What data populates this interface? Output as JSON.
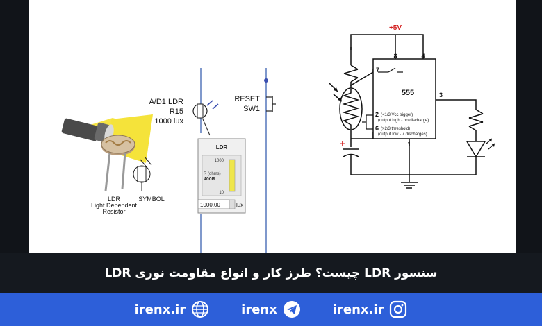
{
  "diagram": {
    "ldr_label": "LDR",
    "ldr_sub1": "Light Dependent",
    "ldr_sub2": "Resistor",
    "symbol_label": "SYMBOL",
    "sim_ldr_name": "A/D1 LDR",
    "sim_ldr_ref": "R15",
    "sim_ldr_lux": "1000 lux",
    "reset_label": "RESET",
    "sw_label": "SW1",
    "panel_title": "LDR",
    "panel_max": "1000",
    "panel_min": "10",
    "panel_r_label": "R (ohms)",
    "panel_r_value": "400R",
    "panel_input": "1000.00",
    "panel_unit": "lux",
    "vcc_label": "+5V",
    "ic_name": "555",
    "pin8": "8",
    "pin4": "4",
    "pin7": "7",
    "pin3": "3",
    "pin2": "2",
    "pin2_desc": "(<1/3 Vcc trigger)",
    "pin2_desc2": "(output high - no discharge)",
    "pin6": "6",
    "pin6_desc": "(>2/3 threshold)",
    "pin6_desc2": "(output low - 7 discharges)",
    "pin1": "1",
    "cap_plus": "+",
    "colors": {
      "vcc_red": "#d32020",
      "wire_blue": "#5577bb",
      "lamp_yellow": "#f5e33a"
    }
  },
  "caption": "سنسور LDR چیست؟ طرز کار و انواع مقاومت نوری LDR",
  "footer": {
    "website": "irenx.ir",
    "telegram": "irenx",
    "instagram": "irenx.ir",
    "icons": [
      "globe-icon",
      "telegram-icon",
      "instagram-icon"
    ]
  }
}
